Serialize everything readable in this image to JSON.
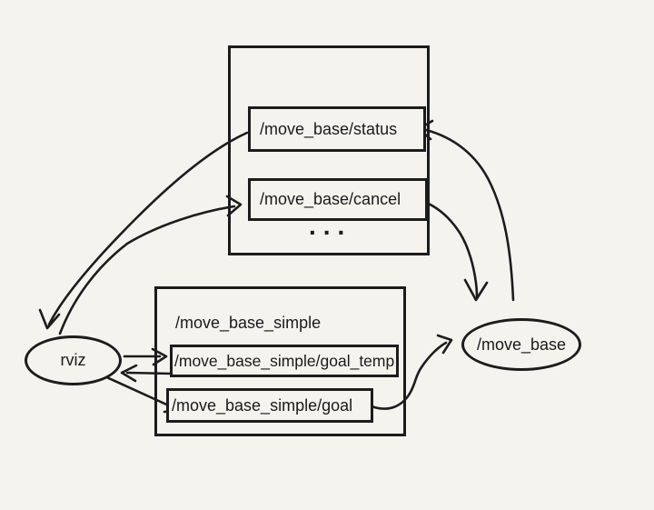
{
  "colors": {
    "background": "#f4f3ee",
    "ink": "#1c1c1c"
  },
  "groups": {
    "move_base": {
      "topics": [
        {
          "label": "/move_base/status"
        },
        {
          "label": "/move_base/cancel"
        }
      ],
      "ellipsis": "..."
    },
    "move_base_simple": {
      "label": "/move_base_simple",
      "topics": [
        {
          "label": "/move_base_simple/goal_temp"
        },
        {
          "label": "/move_base_simple/goal"
        }
      ]
    }
  },
  "nodes": {
    "rviz": {
      "label": "rviz"
    },
    "move_base": {
      "label": "/move_base"
    }
  },
  "edges": [
    {
      "from": "/move_base/status",
      "to": "rviz"
    },
    {
      "from": "rviz",
      "to": "/move_base/cancel"
    },
    {
      "from": "/move_base",
      "to": "/move_base/status"
    },
    {
      "from": "/move_base/cancel",
      "to": "/move_base"
    },
    {
      "from": "rviz",
      "to": "/move_base_simple/goal_temp"
    },
    {
      "from": "/move_base_simple/goal_temp",
      "to": "rviz"
    },
    {
      "from": "rviz",
      "to": "/move_base_simple/goal"
    },
    {
      "from": "/move_base_simple/goal",
      "to": "/move_base"
    }
  ]
}
